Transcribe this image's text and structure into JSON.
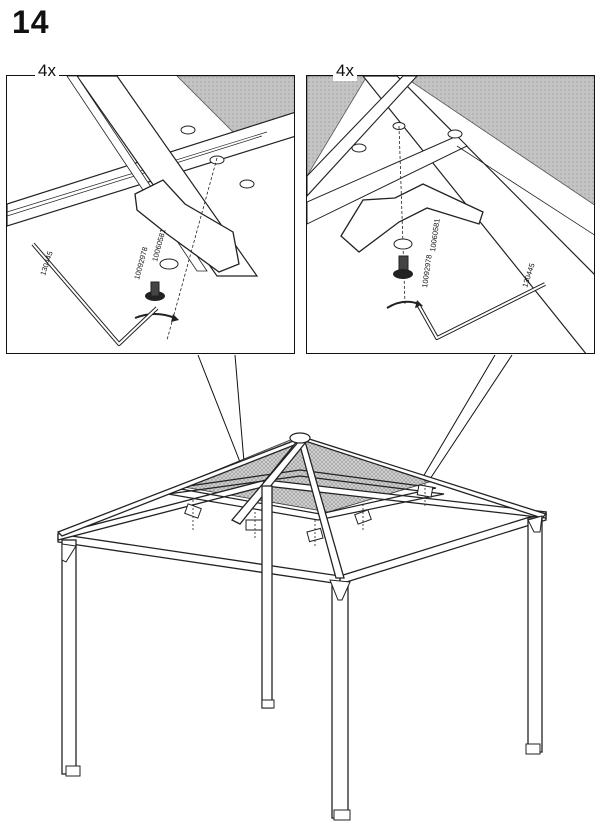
{
  "step": {
    "number": "14"
  },
  "detail_left": {
    "quantity": "4x",
    "parts": [
      "10092978",
      "10060581"
    ],
    "tool": "130445"
  },
  "detail_right": {
    "quantity": "4x",
    "parts": [
      "10092978",
      "10060581"
    ],
    "tool": "130445"
  }
}
